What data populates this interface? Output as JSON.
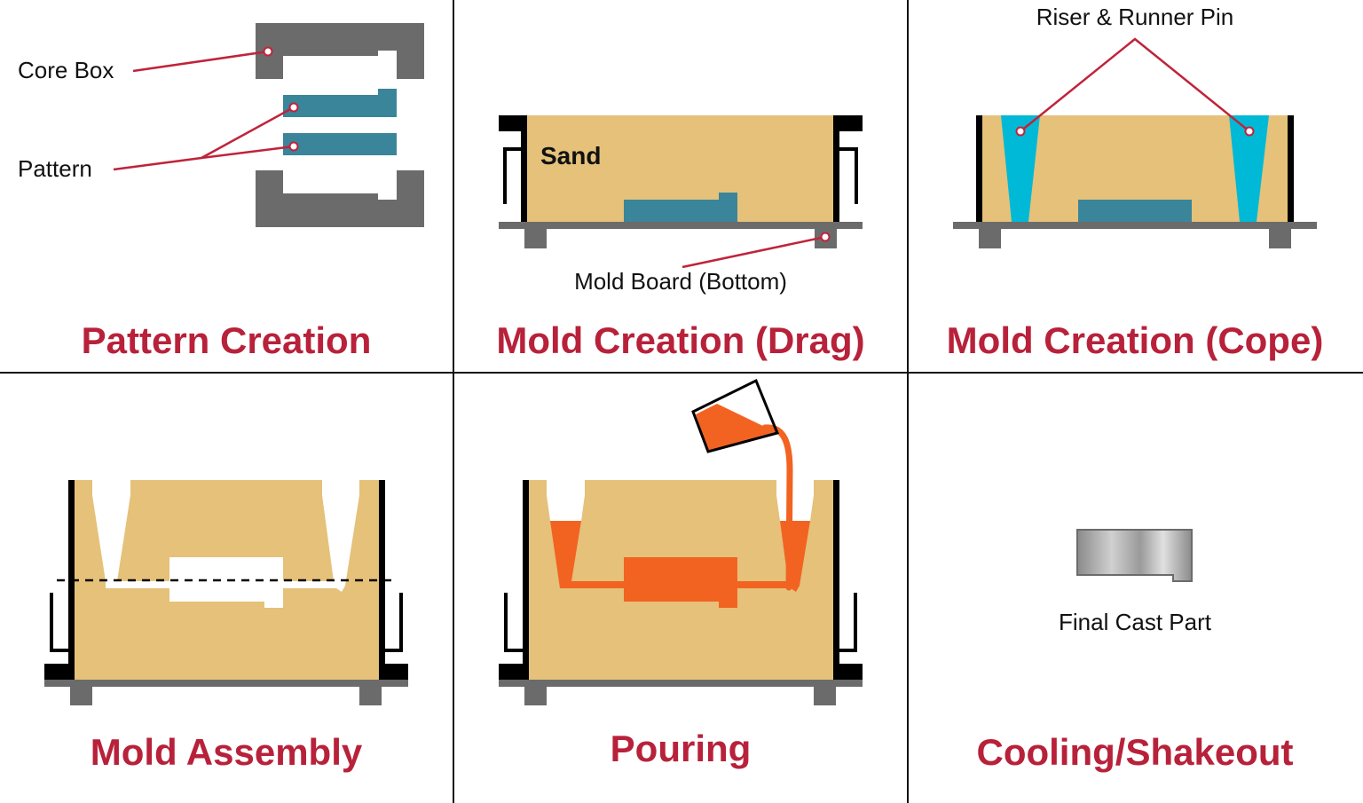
{
  "colors": {
    "sand": "#e5c17a",
    "pattern": "#3a8599",
    "flask": "#000000",
    "board": "#6b6b6b",
    "riser": "#00b9d6",
    "metal": "#f26322",
    "callout": "#c0233a",
    "title": "#b8213a"
  },
  "panels": [
    {
      "title": "Pattern Creation",
      "labels": {
        "core_box": "Core Box",
        "pattern": "Pattern"
      }
    },
    {
      "title": "Mold Creation (Drag)",
      "labels": {
        "sand": "Sand",
        "mold_board": "Mold Board (Bottom)"
      }
    },
    {
      "title": "Mold Creation (Cope)",
      "labels": {
        "riser": "Riser & Runner Pin"
      }
    },
    {
      "title": "Mold Assembly"
    },
    {
      "title": "Pouring"
    },
    {
      "title": "Cooling/Shakeout",
      "labels": {
        "final": "Final Cast Part"
      }
    }
  ]
}
